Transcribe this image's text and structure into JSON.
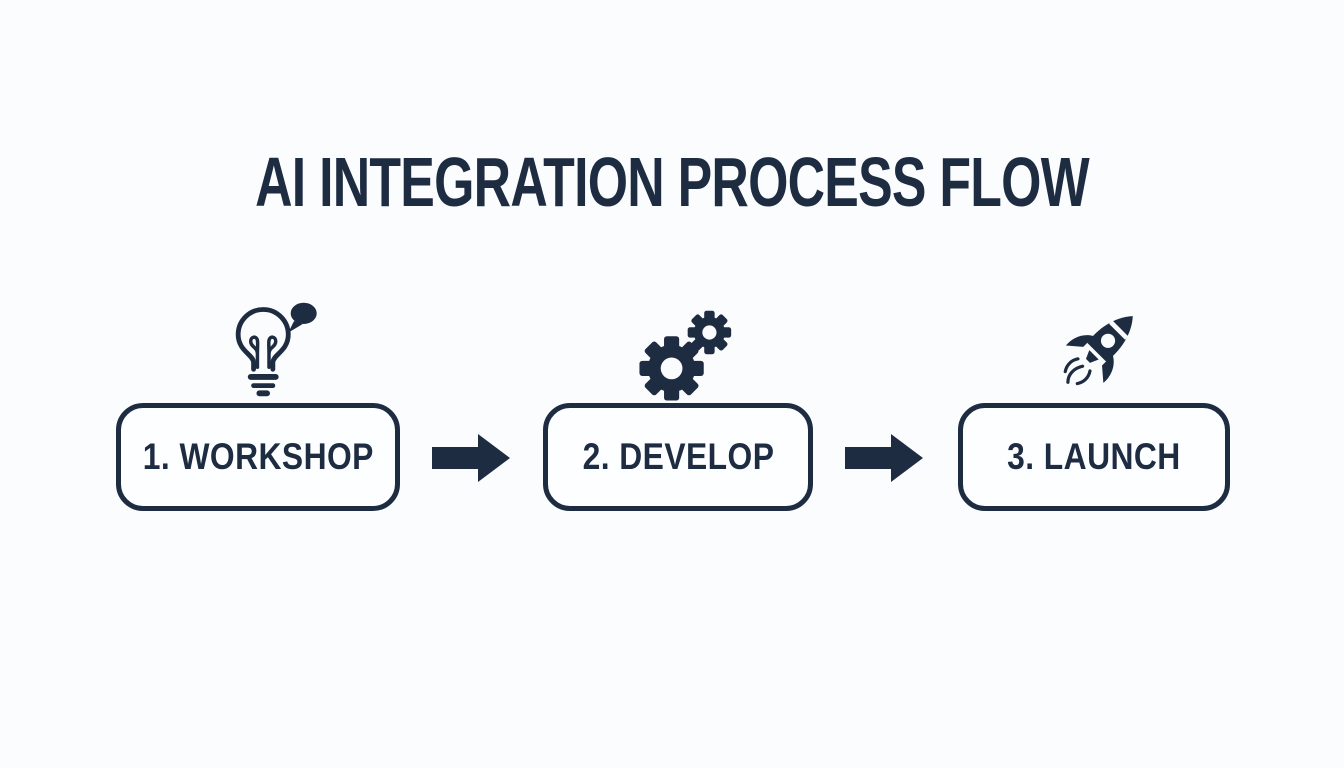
{
  "page": {
    "title": "AI INTEGRATION PROCESS FLOW",
    "colors": {
      "accent": "#1e2c42",
      "background": "#fbfcfd",
      "box_fill": "#fdfeff"
    }
  },
  "flow": {
    "steps": [
      {
        "label": "1. WORKSHOP",
        "icon": "lightbulb-idea-icon"
      },
      {
        "label": "2. DEVELOP",
        "icon": "gears-icon"
      },
      {
        "label": "3. LAUNCH",
        "icon": "rocket-icon"
      }
    ],
    "connectors": [
      {
        "type": "arrow-right"
      },
      {
        "type": "arrow-right"
      }
    ]
  }
}
